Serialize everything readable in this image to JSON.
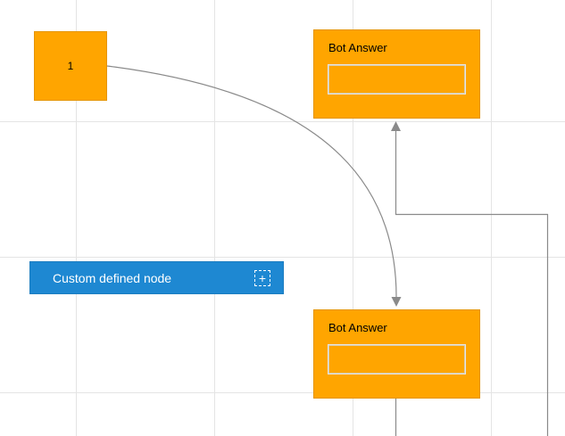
{
  "diagram": {
    "canvas": {
      "grid_color": "#e4e4e4",
      "background_color": "#ffffff",
      "connector_color": "#8a8a8a"
    },
    "nodes": {
      "start": {
        "label": "1",
        "fill": "#ffa500"
      },
      "bot_answer_top": {
        "title": "Bot Answer",
        "fill": "#ffa500"
      },
      "bot_answer_bottom": {
        "title": "Bot Answer",
        "fill": "#ffa500"
      },
      "custom_node": {
        "label": "Custom defined node",
        "fill": "#1e88d2",
        "plus_icon": "+"
      }
    }
  }
}
